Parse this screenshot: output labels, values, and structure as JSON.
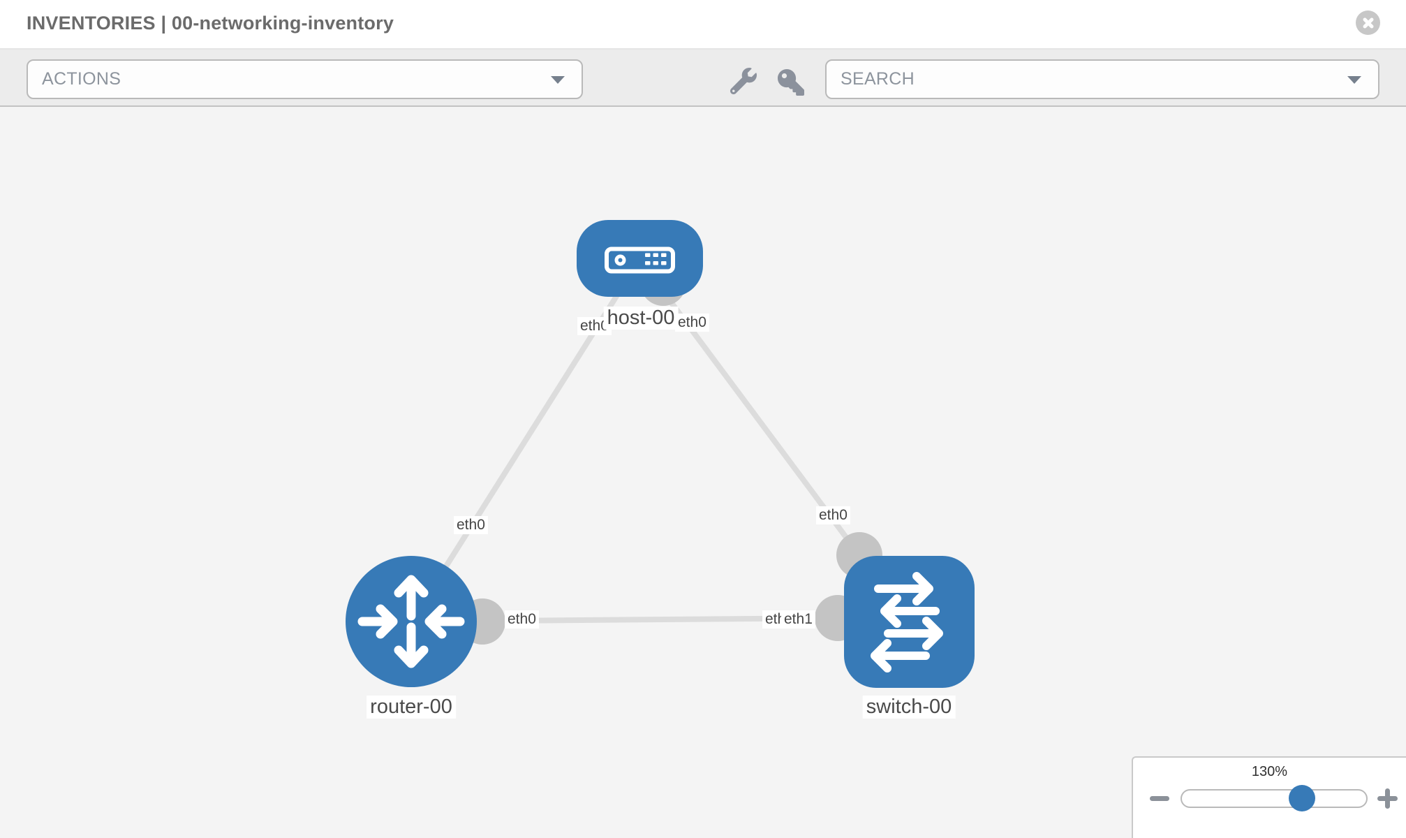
{
  "window": {
    "title": "INVENTORIES | 00-networking-inventory"
  },
  "toolbar": {
    "actions_label": "ACTIONS",
    "search_placeholder": "SEARCH"
  },
  "topology": {
    "nodes": [
      {
        "label": "host-00",
        "type": "host"
      },
      {
        "label": "router-00",
        "type": "router"
      },
      {
        "label": "switch-00",
        "type": "switch"
      }
    ],
    "links": [
      {
        "from": "host-00",
        "from_interface": "eth0",
        "to": "router-00",
        "to_interface": "eth0"
      },
      {
        "from": "host-00",
        "from_interface": "eth0",
        "to": "switch-00",
        "to_interface": "eth0"
      },
      {
        "from": "router-00",
        "from_interface": "eth0",
        "to": "switch-00",
        "to_interface": "eth1"
      }
    ],
    "interface_chips": [
      "eth0",
      "eth0",
      "eth0",
      "eth0",
      "eth0",
      "eth0",
      "eth1"
    ]
  },
  "zoom": {
    "value": "130%"
  },
  "colors": {
    "node_blue": "#377ab7",
    "link_gray": "#dcdcdc",
    "connector_gray": "#c4c4c4",
    "canvas_bg": "#f4f4f4",
    "toolbar_bg": "#ececec"
  }
}
